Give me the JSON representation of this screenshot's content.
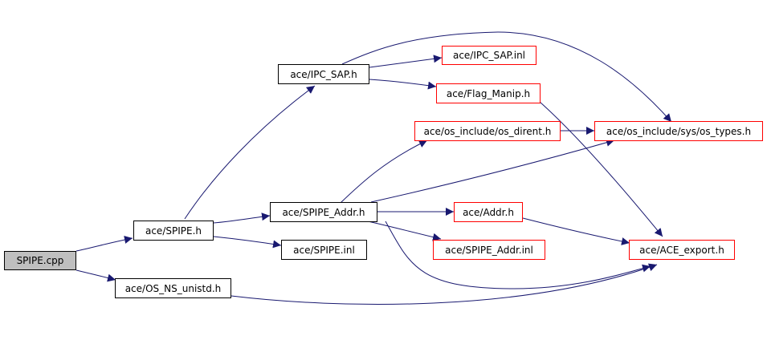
{
  "graph": {
    "edge_color": "#191970",
    "nodes": {
      "spipe_cpp": "SPIPE.cpp",
      "spipe_h": "ace/SPIPE.h",
      "os_ns_unistd": "ace/OS_NS_unistd.h",
      "ipc_sap_h": "ace/IPC_SAP.h",
      "spipe_addr_h": "ace/SPIPE_Addr.h",
      "spipe_inl": "ace/SPIPE.inl",
      "ipc_sap_inl": "ace/IPC_SAP.inl",
      "flag_manip": "ace/Flag_Manip.h",
      "os_dirent": "ace/os_include/os_dirent.h",
      "os_types": "ace/os_include/sys/os_types.h",
      "addr_h": "ace/Addr.h",
      "spipe_addr_inl": "ace/SPIPE_Addr.inl",
      "ace_export": "ace/ACE_export.h"
    },
    "node_colors": {
      "root_fill": "#bfbfbf",
      "local_border": "#000000",
      "external_border": "#ff0000"
    },
    "edges": [
      [
        "SPIPE.cpp",
        "ace/SPIPE.h"
      ],
      [
        "SPIPE.cpp",
        "ace/OS_NS_unistd.h"
      ],
      [
        "ace/SPIPE.h",
        "ace/IPC_SAP.h"
      ],
      [
        "ace/SPIPE.h",
        "ace/SPIPE_Addr.h"
      ],
      [
        "ace/SPIPE.h",
        "ace/SPIPE.inl"
      ],
      [
        "ace/IPC_SAP.h",
        "ace/IPC_SAP.inl"
      ],
      [
        "ace/IPC_SAP.h",
        "ace/Flag_Manip.h"
      ],
      [
        "ace/IPC_SAP.h",
        "ace/os_include/sys/os_types.h"
      ],
      [
        "ace/Flag_Manip.h",
        "ace/ACE_export.h"
      ],
      [
        "ace/SPIPE_Addr.h",
        "ace/os_include/os_dirent.h"
      ],
      [
        "ace/SPIPE_Addr.h",
        "ace/os_include/sys/os_types.h"
      ],
      [
        "ace/SPIPE_Addr.h",
        "ace/Addr.h"
      ],
      [
        "ace/SPIPE_Addr.h",
        "ace/SPIPE_Addr.inl"
      ],
      [
        "ace/SPIPE_Addr.h",
        "ace/ACE_export.h"
      ],
      [
        "ace/os_include/os_dirent.h",
        "ace/os_include/sys/os_types.h"
      ],
      [
        "ace/Addr.h",
        "ace/ACE_export.h"
      ],
      [
        "ace/OS_NS_unistd.h",
        "ace/ACE_export.h"
      ]
    ]
  }
}
